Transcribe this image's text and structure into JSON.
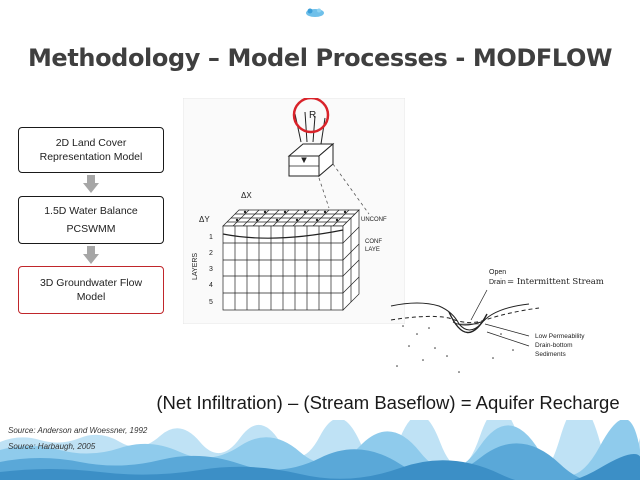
{
  "title": "Methodology – Model Processes - MODFLOW",
  "flow": {
    "boxes": [
      {
        "line1": "2D Land Cover",
        "line2": "Representation Model"
      },
      {
        "line1": "1.5D Water Balance",
        "line2": "PCSWMM"
      },
      {
        "line1": "3D Groundwater Flow",
        "line2": "Model"
      }
    ]
  },
  "figure_grid": {
    "r_label": "R",
    "delta_x": "ΔX",
    "delta_y": "ΔY",
    "layers_label": "LAYERS",
    "layer_numbers": [
      "1",
      "2",
      "3",
      "4",
      "5"
    ],
    "unconf_label": "UNCONF",
    "conf_label_line1": "CONF",
    "conf_label_line2": "LAYE"
  },
  "figure_drain": {
    "open_label": "Open",
    "drain_label": "Drain",
    "equals_label": "= Intermittent Stream",
    "low_perm_line1": "Low Permeability",
    "low_perm_line2": "Drain-bottom",
    "low_perm_line3": "Sediments"
  },
  "equation": "(Net Infiltration) – (Stream Baseflow) = Aquifer Recharge",
  "sources": [
    "Source: Anderson and Woessner, 1992",
    "Source: Harbaugh, 2005"
  ],
  "colors": {
    "highlight_red": "#d9232a",
    "wave_blue": "#5aa8d8",
    "arrow_gray": "#a6a6a6"
  }
}
